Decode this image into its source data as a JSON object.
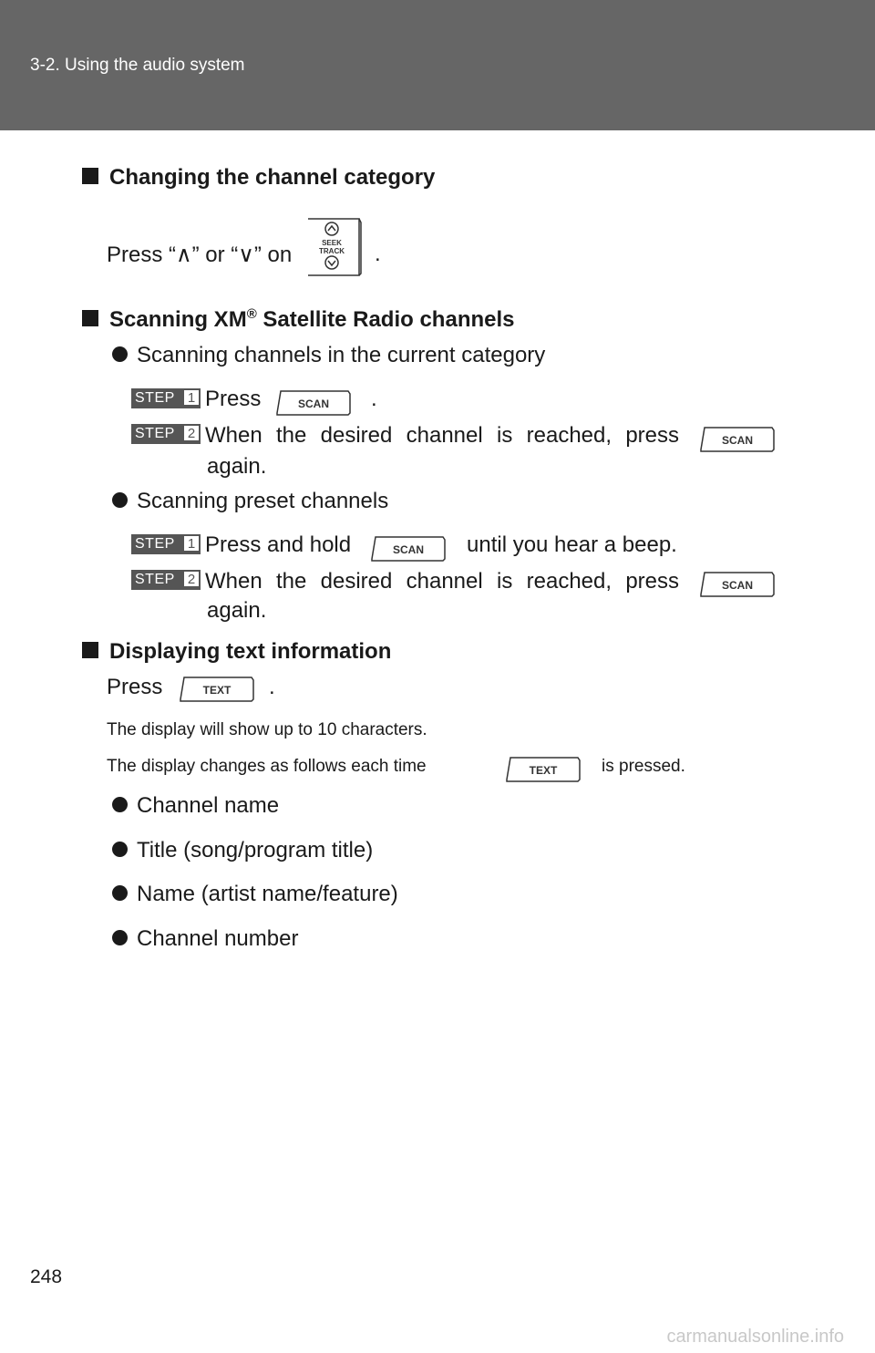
{
  "header": {
    "breadcrumb": "3-2. Using the audio system"
  },
  "sections": {
    "changing_category": {
      "heading": "Changing the channel category",
      "text_a": "Press “",
      "up_glyph": "∧",
      "text_b": "” or “",
      "down_glyph": "∨",
      "text_c": "” on",
      "text_d": ".",
      "button_labels": [
        "SEEK",
        "TRACK"
      ]
    },
    "scanning": {
      "heading_a": "Scanning XM",
      "heading_reg": "®",
      "heading_b": " Satellite Radio channels",
      "bullet1": "Scanning channels in the current category",
      "bullet2": "Scanning preset channels",
      "step_word": "STEP",
      "step1": "1",
      "step2": "2",
      "press": "Press",
      "period": ".",
      "press_and_hold": "Press and hold",
      "until_beep": "until you hear a beep.",
      "when_desired": [
        "When",
        "the",
        "desired",
        "channel",
        "is",
        "reached,",
        "press"
      ],
      "again": "again.",
      "scan_label": "SCAN"
    },
    "text_info": {
      "heading": "Displaying text information",
      "press": "Press",
      "period": ".",
      "text_label": "TEXT",
      "note1": "The display will show up to 10 characters.",
      "note2_a": "The display changes as follows each time",
      "note2_b": "is pressed.",
      "items": [
        "Channel name",
        "Title (song/program title)",
        "Name (artist name/feature)",
        "Channel number"
      ]
    }
  },
  "footer": {
    "page_number": "248",
    "watermark": "carmanualsonline.info"
  }
}
